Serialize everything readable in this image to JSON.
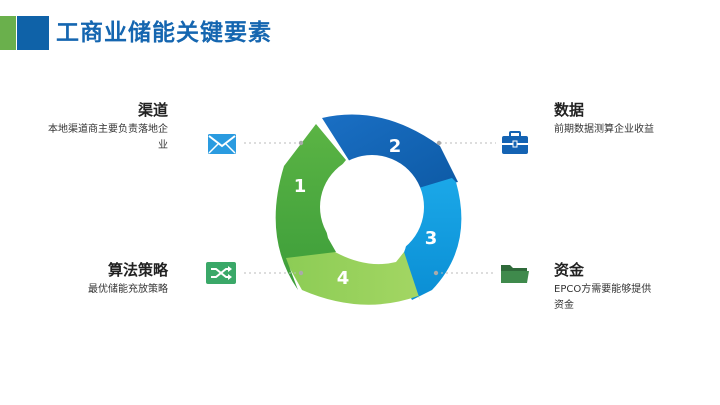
{
  "title": "工商业储能关键要素",
  "colors": {
    "accent_green": "#6ab04c",
    "accent_blue": "#0f62a8"
  },
  "cycle": [
    "1",
    "2",
    "3",
    "4"
  ],
  "items": {
    "channel": {
      "title": "渠道",
      "desc": "本地渠道商主要负责落地企业",
      "icon": "envelope-icon"
    },
    "data": {
      "title": "数据",
      "desc": "前期数据测算企业收益",
      "icon": "briefcase-icon"
    },
    "algorithm": {
      "title": "算法策略",
      "desc": "最优储能充放策略",
      "icon": "shuffle-icon"
    },
    "capital": {
      "title": "资金",
      "desc": "EPCO方需要能够提供资金",
      "icon": "folder-icon"
    }
  }
}
